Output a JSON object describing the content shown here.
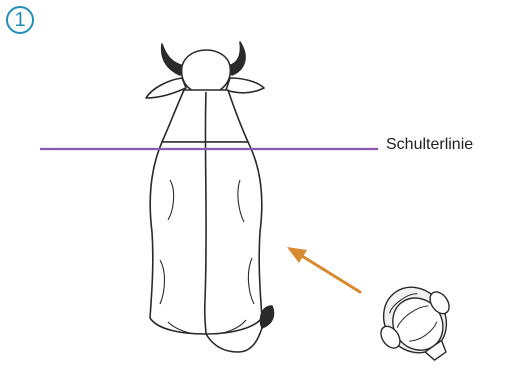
{
  "step_number": "1",
  "shoulder_line_label": "Schulterlinie",
  "colors": {
    "step_badge": "#1f8fb8",
    "shoulder_line": "#8a5ab2",
    "arrow": "#d9892f",
    "sketch_ink": "#2a2a2a"
  },
  "icons": [
    "cow-top-view",
    "observer-head-top-view",
    "arrow-icon"
  ]
}
